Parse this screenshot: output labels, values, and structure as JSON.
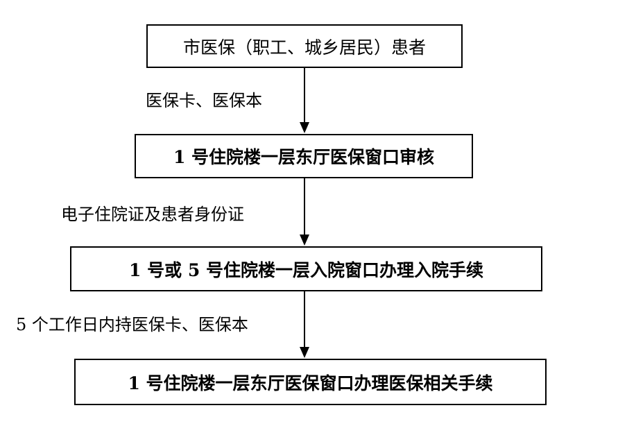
{
  "nodes": {
    "box1": "市医保（职工、城乡居民）患者",
    "box2": "1 号住院楼一层东厅医保窗口审核",
    "box3": "1 号或 5 号住院楼一层入院窗口办理入院手续",
    "box4": "1 号住院楼一层东厅医保窗口办理医保相关手续"
  },
  "edges": {
    "edge1_label": "医保卡、医保本",
    "edge2_label": "电子住院证及患者身份证",
    "edge3_label": "5 个工作日内持医保卡、医保本"
  }
}
